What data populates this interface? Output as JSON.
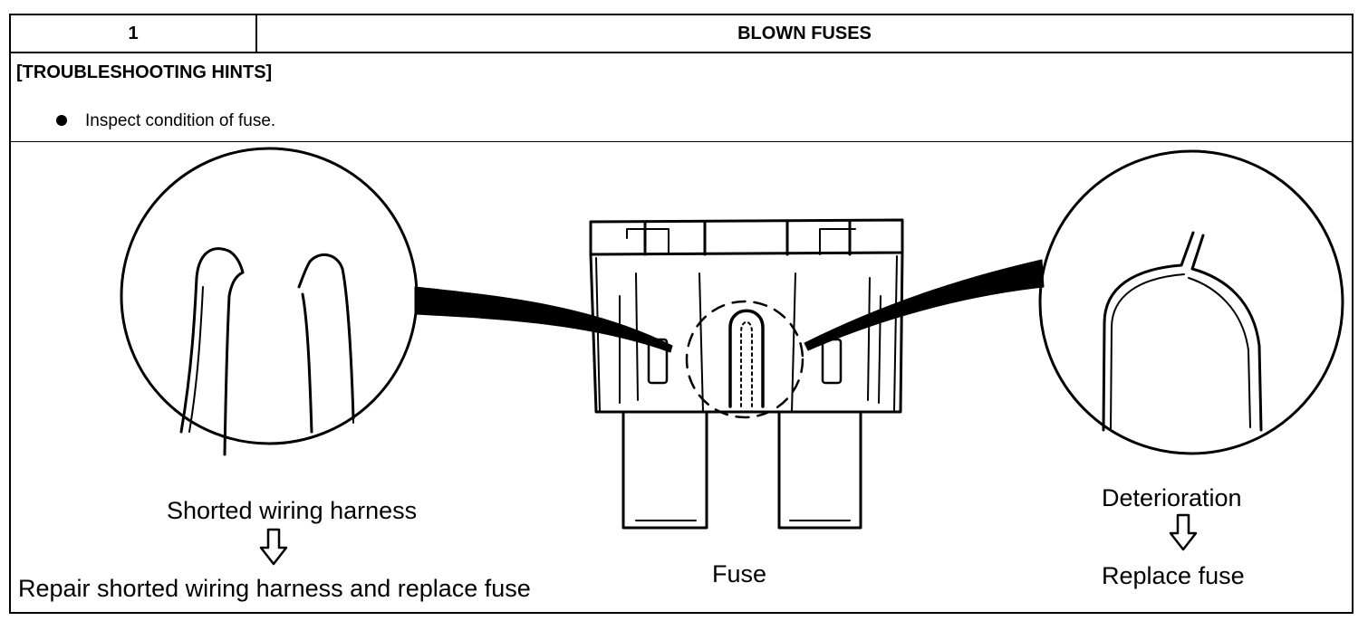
{
  "header": {
    "number": "1",
    "title": "BLOWN FUSES"
  },
  "hints": {
    "title": "[TROUBLESHOOTING HINTS]",
    "items": [
      "Inspect condition of fuse."
    ]
  },
  "figure": {
    "left_label": "Shorted wiring harness",
    "left_action": "Repair shorted wiring harness and replace fuse",
    "center_label": "Fuse",
    "right_label": "Deterioration",
    "right_action": "Replace fuse",
    "arrow_icon": "down-arrow-icon"
  }
}
